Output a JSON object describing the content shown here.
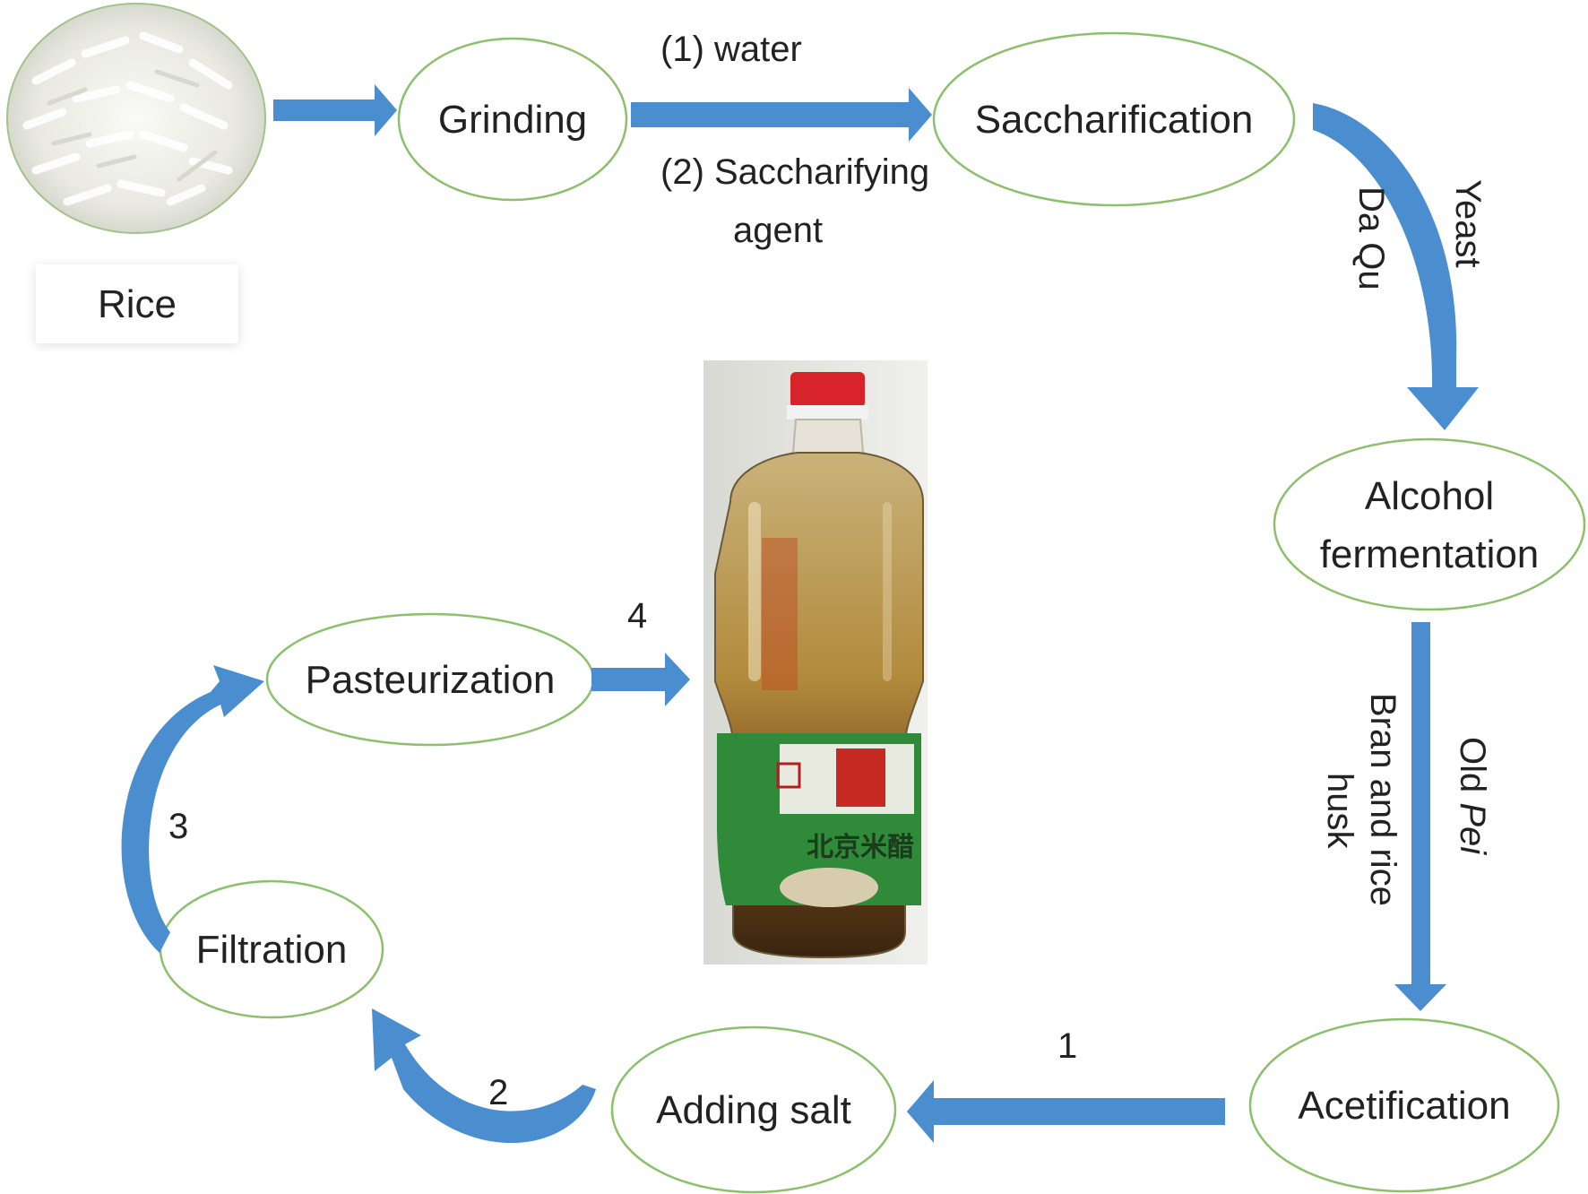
{
  "nodes": {
    "rice": "Rice",
    "grinding": "Grinding",
    "saccharification": "Saccharification",
    "alcohol_fermentation": [
      "Alcohol",
      "fermentation"
    ],
    "acetification": "Acetification",
    "adding_salt": "Adding salt",
    "filtration": "Filtration",
    "pasteurization": "Pasteurization"
  },
  "edges": {
    "grinding_to_saccharification": {
      "top": "(1) water",
      "bottom_line1": "(2) Saccharifying",
      "bottom_line2": "agent"
    },
    "saccharification_to_alcohol": {
      "outer": "Yeast",
      "inner": "Da Qu"
    },
    "alcohol_to_acetification": {
      "right_prefix": "Old ",
      "right_italic": "Pei",
      "left_line1": "Bran and  rice",
      "left_line2": "husk"
    },
    "acetification_to_salt": "1",
    "salt_to_filtration": "2",
    "filtration_to_pasteurization": "3",
    "pasteurization_to_product": "4"
  },
  "product_label": {
    "brand_text": "北京米醋"
  },
  "colors": {
    "arrow": "#4a8ecf",
    "ellipse_stroke": "#8cc06a",
    "bottle_cap": "#d8232a",
    "label_green": "#2f8a3a"
  }
}
